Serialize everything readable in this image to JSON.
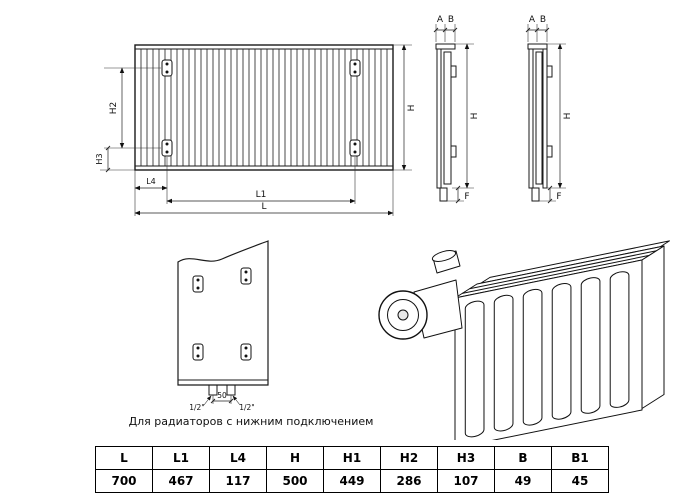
{
  "caption": "Для радиаторов с нижним подключением",
  "labels": {
    "front": {
      "h": "H",
      "h2": "H2",
      "h3": "H3",
      "l": "L",
      "l1": "L1",
      "l4": "L4"
    },
    "side_a": {
      "a": "A",
      "b": "B",
      "h": "H",
      "f": "F"
    },
    "side_b": {
      "a": "A",
      "b": "B",
      "h": "H",
      "f": "F"
    },
    "detail": {
      "spacing": "50",
      "conn_left": "1/2\"",
      "conn_right": "1/2\""
    }
  },
  "table": {
    "headers": [
      "L",
      "L1",
      "L4",
      "H",
      "H1",
      "H2",
      "H3",
      "B",
      "B1"
    ],
    "values": [
      "700",
      "467",
      "117",
      "500",
      "449",
      "286",
      "107",
      "49",
      "45"
    ]
  }
}
